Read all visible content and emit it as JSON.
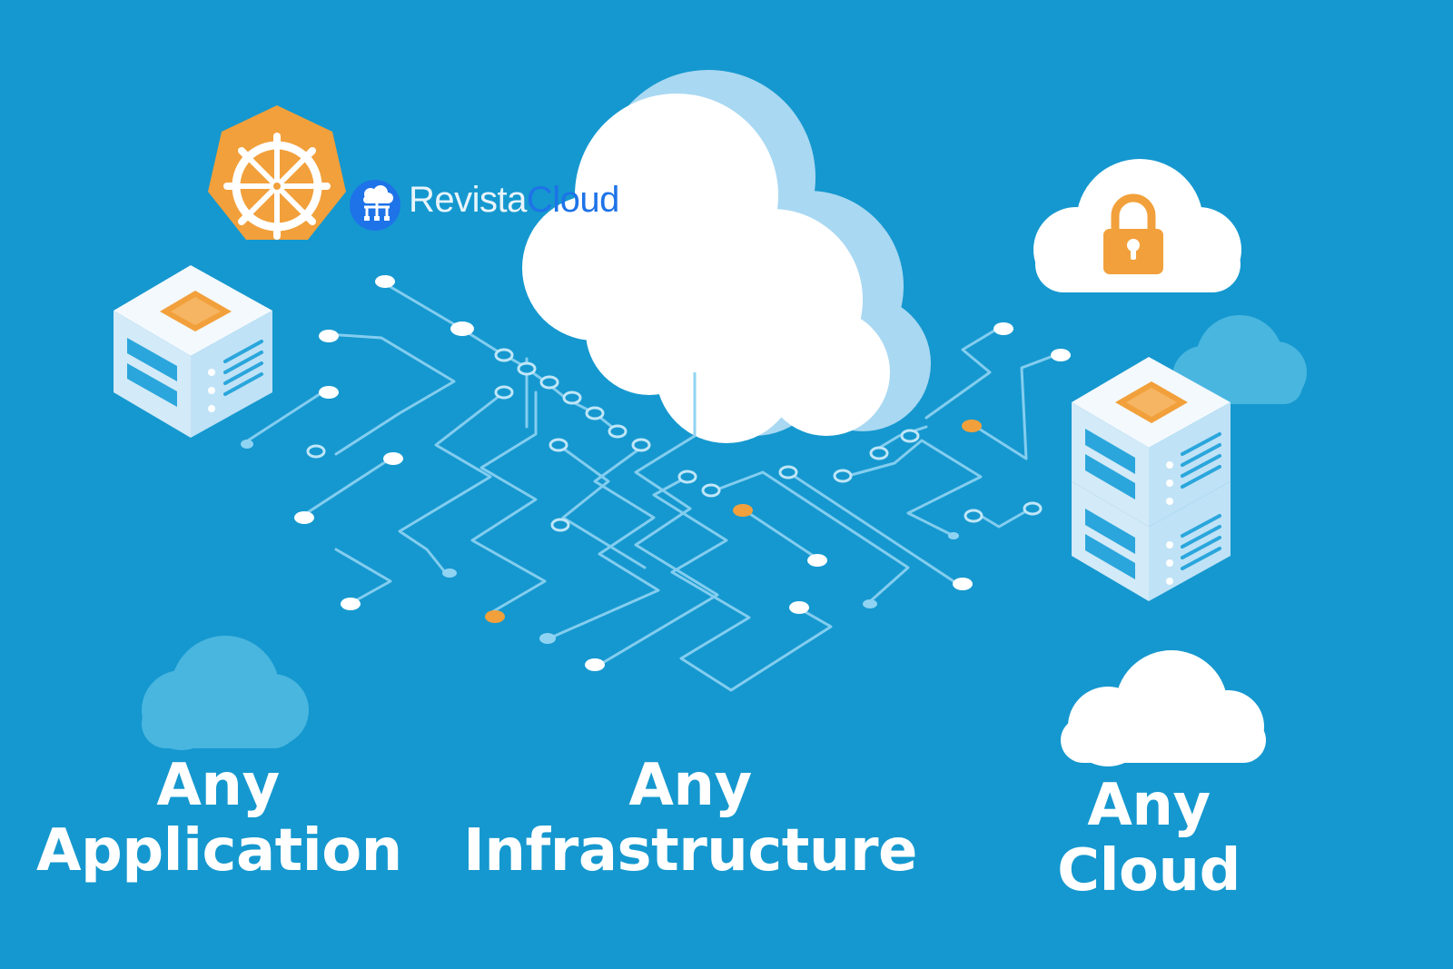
{
  "captions": {
    "application": {
      "line1": "Any",
      "line2": "Application"
    },
    "infrastructure": {
      "line1": "Any",
      "line2": "Infrastructure"
    },
    "cloud": {
      "line1": "Any",
      "line2": "Cloud"
    }
  },
  "brand": {
    "part1": "Revista",
    "part2": "Cloud",
    "icon": "network-cloud-icon"
  },
  "icons": {
    "orchestrator": "ship-wheel-icon",
    "security": "padlock-icon",
    "servers": "server-icon"
  },
  "colors": {
    "background": "#1598cf",
    "circuit": "#8fd3f3",
    "accent_orange": "#f2a03b",
    "cloud_white": "#ffffff",
    "cloud_shadow": "#a9d8f2",
    "brand_blue": "#1e73e8"
  }
}
